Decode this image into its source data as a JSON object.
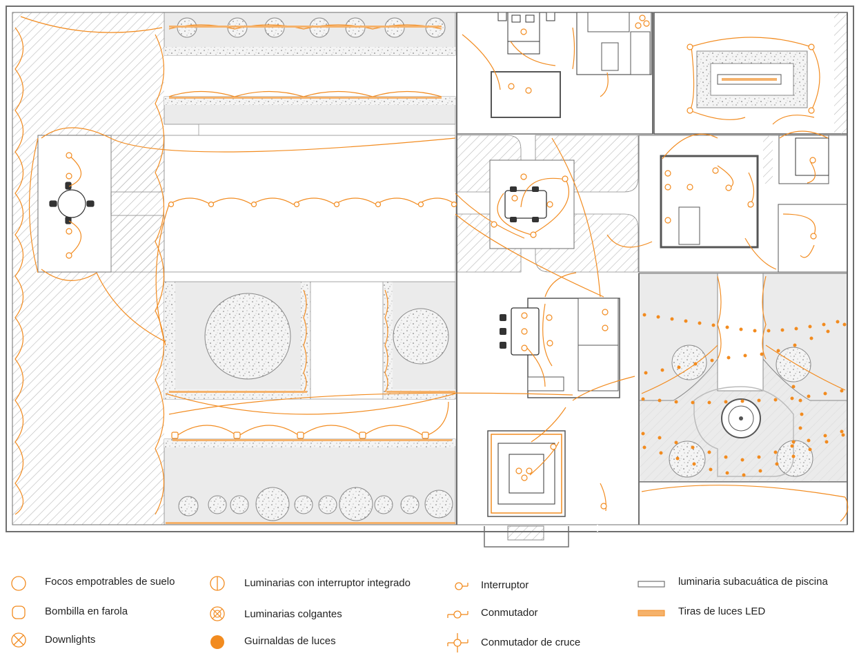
{
  "colors": {
    "accent": "#f28b1f",
    "wall": "#6e6e6e",
    "hatch": "#b4b4b4",
    "paving": "#ebebeb",
    "text": "#222222"
  },
  "legend": {
    "items": [
      {
        "key": "ground-spot",
        "symbol": "circle-icon",
        "label": "Focos empotrables de suelo"
      },
      {
        "key": "street-lamp",
        "symbol": "rounded-square-icon",
        "label": "Bombilla en farola"
      },
      {
        "key": "downlight",
        "symbol": "circle-cross-icon",
        "label": "Downlights"
      },
      {
        "key": "integrated-switch",
        "symbol": "circle-vertical-line-icon",
        "label": "Luminarias con interruptor integrado"
      },
      {
        "key": "pendant",
        "symbol": "circle-double-cross-icon",
        "label": "Luminarias colgantes"
      },
      {
        "key": "garland",
        "symbol": "filled-circle-icon",
        "label": "Guirnaldas de luces"
      },
      {
        "key": "switch",
        "symbol": "switch-icon",
        "label": "Interruptor"
      },
      {
        "key": "commutator",
        "symbol": "commutator-icon",
        "label": "Conmutador"
      },
      {
        "key": "cross-commutator",
        "symbol": "cross-commutator-icon",
        "label": "Conmutador de cruce"
      },
      {
        "key": "pool-light",
        "symbol": "outline-rectangle-icon",
        "label": "luminaria subacuática de piscina"
      },
      {
        "key": "led-strip",
        "symbol": "filled-rectangle-icon",
        "label": "Tiras de luces LED"
      }
    ]
  }
}
